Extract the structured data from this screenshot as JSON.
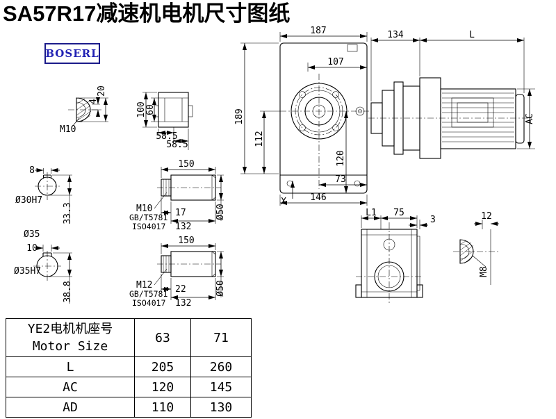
{
  "title": "SA57R17减速机电机尺寸图纸",
  "logo_text": "BOSERL",
  "views": {
    "gearbox_front": {
      "dim_width_total": "187",
      "dim_width_top": "107",
      "dim_height_total": "189",
      "dim_height_axis": "112",
      "dim_height_bottom": "120",
      "dim_axis_to_face": "73",
      "dim_width_bottom": "146",
      "axis_label": "X"
    },
    "motor_side": {
      "dim_adapter": "134",
      "dim_motor_length": "L",
      "dim_motor_diameter": "AC"
    },
    "plug_detail": {
      "dim_len": "20",
      "dim_tip": "4",
      "thread_label": "M10"
    },
    "cover_detail": {
      "dim_height": "100",
      "dim_inner": "60",
      "dim_half_a": "58.5",
      "dim_half_b": "58.5"
    },
    "bore_30": {
      "dim_keyway": "8",
      "bore_label": "Ø30H7",
      "dim_depth": "33.3"
    },
    "shaft_35_label": "Ø35",
    "bore_35": {
      "dim_keyway": "10",
      "bore_label": "Ø35H7",
      "dim_depth": "38.8"
    },
    "shaft_m10": {
      "dim_length": "150",
      "thread": "M10",
      "std_gb": "GB/T5781",
      "std_iso": "ISO4017",
      "dim_thread_len": "17",
      "dim_body_len": "132",
      "dim_diameter": "Ø50"
    },
    "shaft_m12": {
      "dim_length": "150",
      "thread": "M12",
      "std_gb": "GB/T5781",
      "std_iso": "ISO4017",
      "dim_thread_len": "22",
      "dim_body_len": "132",
      "dim_diameter": "Ø50"
    },
    "output_flange": {
      "dim_l1": "L1",
      "dim_75": "75",
      "dim_3": "3"
    },
    "stub_detail": {
      "dim_12": "12",
      "thread_label": "M8"
    }
  },
  "table": {
    "header_cn": "YE2电机机座号",
    "header_en": "Motor Size",
    "frame_sizes": [
      "63",
      "71"
    ],
    "rows": [
      {
        "label": "L",
        "values": [
          "205",
          "260"
        ]
      },
      {
        "label": "AC",
        "values": [
          "120",
          "145"
        ]
      },
      {
        "label": "AD",
        "values": [
          "110",
          "130"
        ]
      }
    ]
  }
}
